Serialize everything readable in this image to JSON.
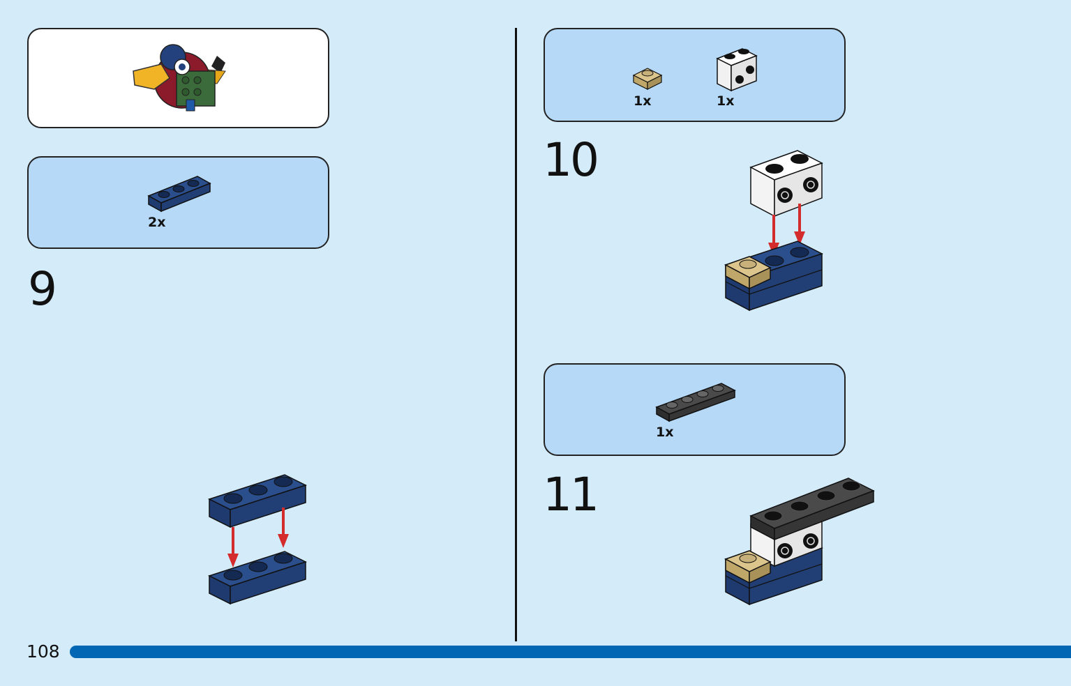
{
  "page": {
    "number": "108",
    "accent_color": "#0366b5",
    "background_color": "#d4ebfa"
  },
  "left": {
    "preview_box": {
      "icon": "bird-model-icon"
    },
    "parts_box": {
      "parts": [
        {
          "qty": "2x",
          "icon": "dark-blue-plate-1x3-icon"
        }
      ]
    },
    "step": {
      "number": "9",
      "icon": "stacked-plates-assembly-icon"
    }
  },
  "right": {
    "parts_box_top": {
      "parts": [
        {
          "qty": "1x",
          "icon": "tan-plate-1x1-icon"
        },
        {
          "qty": "1x",
          "icon": "white-brick-with-studs-icon"
        }
      ]
    },
    "step_10": {
      "number": "10",
      "icon": "white-brick-onto-base-assembly-icon"
    },
    "parts_box_bottom": {
      "parts": [
        {
          "qty": "1x",
          "icon": "black-plate-1x4-icon"
        }
      ]
    },
    "step_11": {
      "number": "11",
      "icon": "black-plate-on-top-assembly-icon"
    }
  }
}
